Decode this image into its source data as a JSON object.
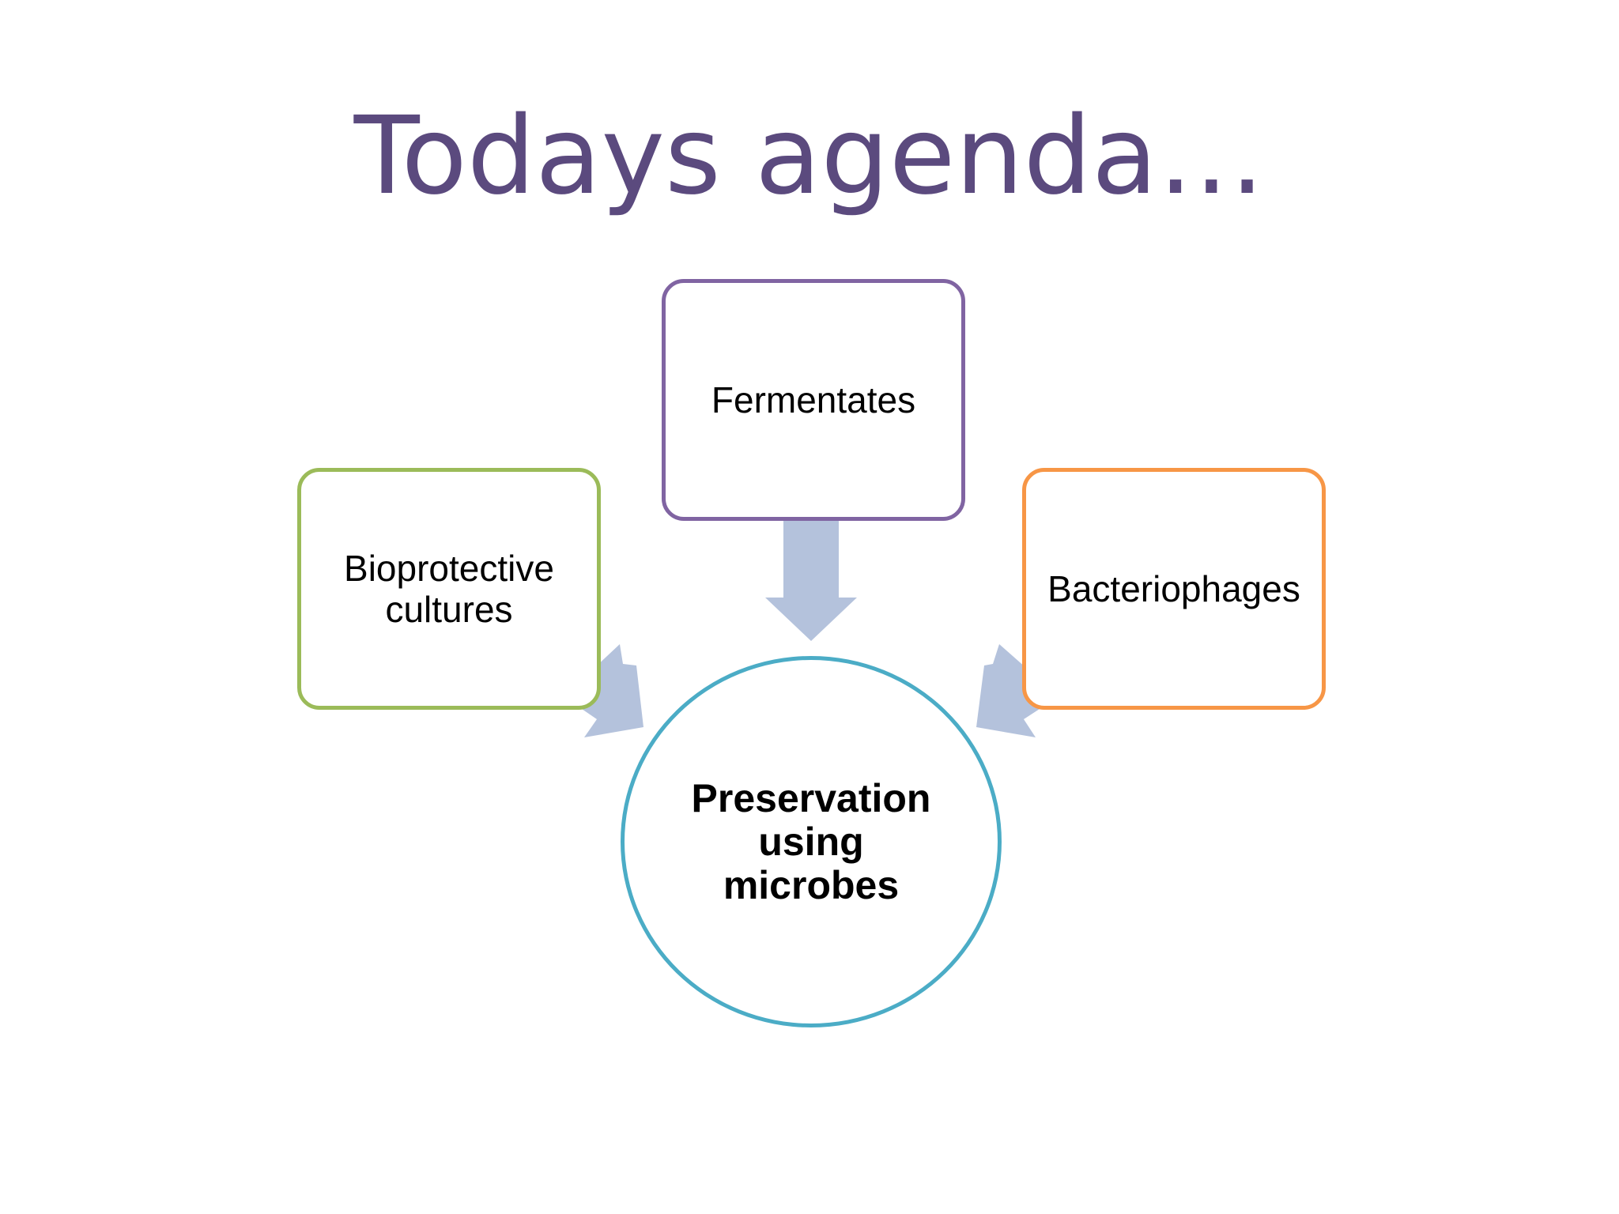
{
  "slide": {
    "title": "Todays agenda…"
  },
  "diagram": {
    "center": {
      "label": "Preservation using microbes"
    },
    "nodes": {
      "fermentates": {
        "label": "Fermentates"
      },
      "bioprotective": {
        "label": "Bioprotective cultures"
      },
      "bacteriophages": {
        "label": "Bacteriophages"
      }
    }
  },
  "colors": {
    "title": "#5b4a7e",
    "fermentates_border": "#8064a2",
    "bioprotective_border": "#9bbb59",
    "bacteriophages_border": "#f79646",
    "center_border": "#4bacc6",
    "arrow_fill": "#b4c2dc"
  }
}
